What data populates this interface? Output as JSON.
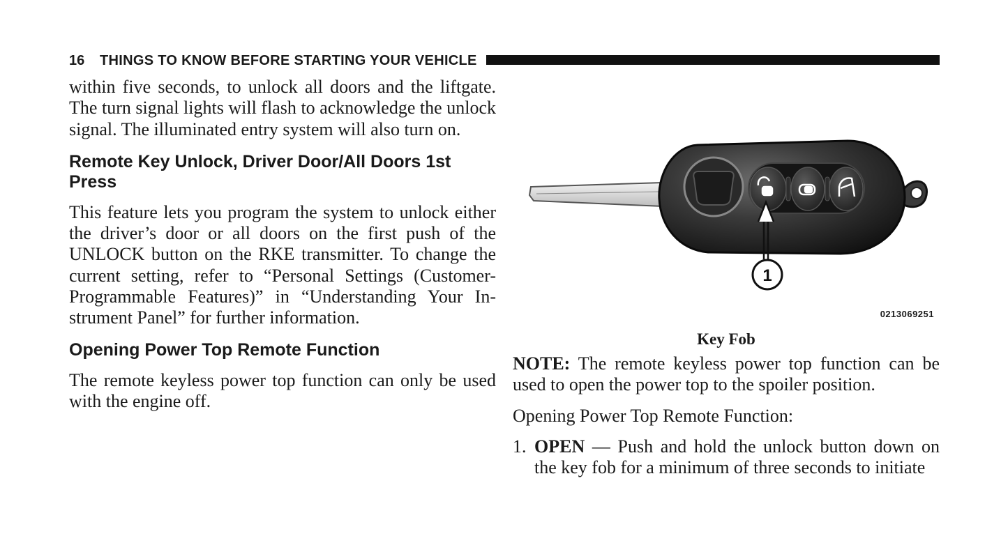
{
  "header": {
    "page_number": "16",
    "running_head": "THINGS TO KNOW BEFORE STARTING YOUR VEHICLE"
  },
  "left_column": {
    "para1": "within five seconds, to unlock all doors and the liftgate. The turn signal lights will flash to acknowledge the unlock signal. The illuminated entry system will also turn on.",
    "heading1": "Remote Key Unlock, Driver Door/All Doors 1st Press",
    "para2": "This feature lets you program the system to unlock either the driver’s door or all doors on the first push of the UNLOCK button on the RKE transmitter. To change the current setting, refer to “Personal Settings (Customer-Programmable Features)” in “Understanding Your In-strument Panel” for further information.",
    "heading2": "Opening Power Top Remote Function",
    "para3": "The remote keyless power top function can only be used with the engine off."
  },
  "figure": {
    "callout_number": "1",
    "image_id": "0213069251",
    "caption": "Key Fob",
    "icons": [
      "unlock-icon",
      "lock-icon",
      "trunk-icon"
    ]
  },
  "right_column": {
    "note_label": "NOTE:",
    "note_text": " The remote keyless power top function can be used to open the power top to the spoiler position.",
    "para1": "Opening Power Top Remote Function:",
    "list": [
      {
        "number": "1.",
        "label": "OPEN",
        "text": " — Push and hold the unlock button down on the key fob for a minimum of three seconds to initiate"
      }
    ]
  }
}
